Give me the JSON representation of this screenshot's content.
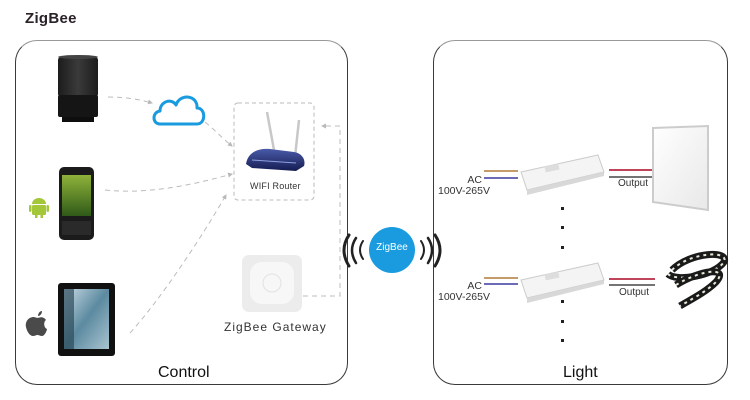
{
  "title": "ZigBee",
  "control": {
    "label": "Control",
    "devices": [
      {
        "name": "Smart speaker"
      },
      {
        "name": "Android phone",
        "os_icon": "android-icon"
      },
      {
        "name": "iPad tablet",
        "os_icon": "apple-icon"
      }
    ],
    "cloud_icon": "cloud-icon",
    "router_label": "WIFI Router",
    "gateway_label": "ZigBee Gateway"
  },
  "hub": {
    "label": "ZigBee"
  },
  "light": {
    "label": "Light",
    "channels": [
      {
        "input_label": "AC",
        "voltage": "100V-265V",
        "output_label": "Output",
        "load": "LED panel light"
      },
      {
        "input_label": "AC",
        "voltage": "100V-265V",
        "output_label": "Output",
        "load": "LED strip"
      }
    ]
  },
  "colors": {
    "accent_blue": "#1a9be0",
    "android_green": "#a4c639",
    "wire_brown": "#b07a3a",
    "wire_blue": "#3a3aa0",
    "wire_red": "#c0445a"
  }
}
